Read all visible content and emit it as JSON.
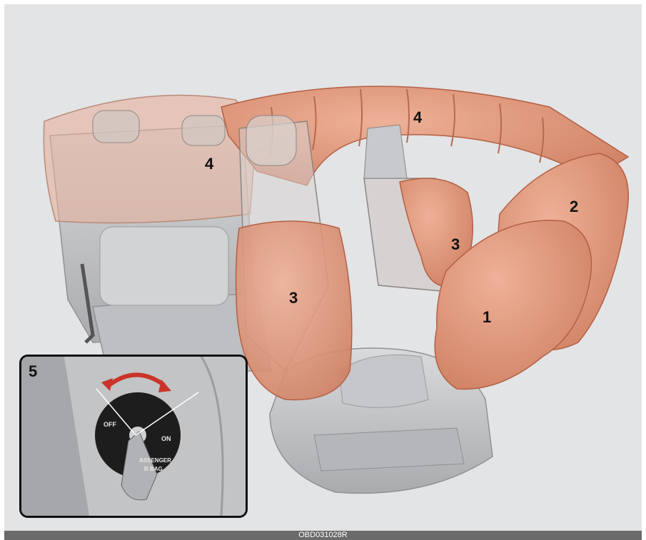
{
  "diagram": {
    "colors": {
      "background": "#e3e4e6",
      "airbag": "#de9476",
      "airbag_edge": "#b45f43",
      "seat": "#c8cacc",
      "caption_bar": "#6a6a6a",
      "arrow": "#c9352a"
    },
    "labels": {
      "front_airbag": "1",
      "knee_airbag": "2",
      "side_airbag_driver": "3",
      "side_airbag_front": "3",
      "curtain_front": "4",
      "curtain_rear": "4",
      "switch_inset": "5"
    },
    "switch": {
      "off_label": "OFF",
      "on_label": "ON",
      "text_line1": "ASSENGER",
      "text_line2": "R BAG"
    },
    "caption": "OBD031028R"
  }
}
